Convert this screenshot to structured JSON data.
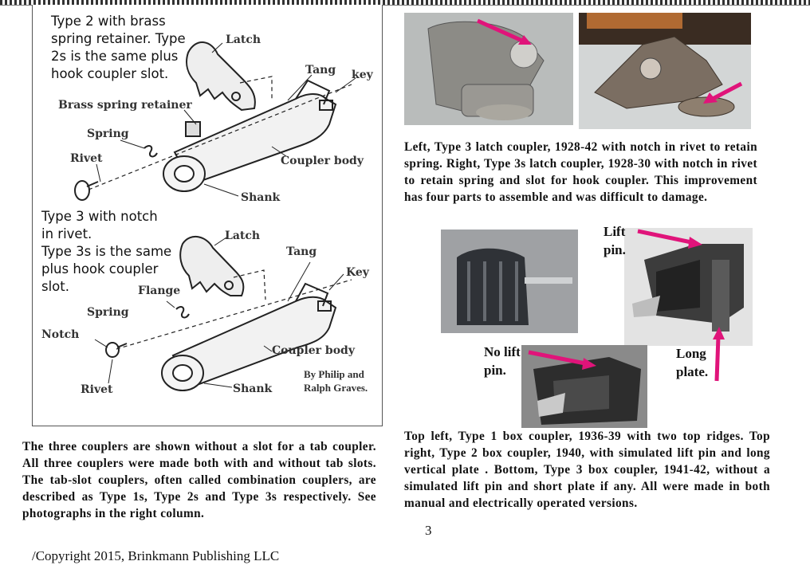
{
  "figure": {
    "type2_heading": "Type 2 with brass\nspring retainer. Type\n2s is the same plus\nhook coupler slot.",
    "type3_heading": "Type 3 with notch\nin rivet.\nType 3s is the same\nplus hook coupler\nslot.",
    "labels_top": {
      "latch": "Latch",
      "tang": "Tang",
      "key": "key",
      "retainer": "Brass spring retainer",
      "spring": "Spring",
      "rivet": "Rivet",
      "coupler_body": "Coupler body",
      "shank": "Shank"
    },
    "labels_bottom": {
      "latch": "Latch",
      "tang": "Tang",
      "key": "Key",
      "flange": "Flange",
      "spring": "Spring",
      "notch": "Notch",
      "rivet": "Rivet",
      "coupler_body": "Coupler body",
      "shank": "Shank"
    },
    "credit": "By Philip and\nRalph Graves."
  },
  "left_caption": "The three couplers are shown without a slot for a tab coupler.  All three couplers were made both with and without tab slots.  The tab-slot couplers, often called combination couplers, are described as Type 1s, Type 2s and Type 3s respectively. See photographs in the right column.",
  "top_right_caption": "Left, Type 3 latch coupler, 1928-42 with notch in rivet to retain spring. Right, Type  3s latch coupler, 1928-30 with notch in rivet to retain spring and slot for hook coupler.  This improvement has four parts to assemble and was difficult to damage.",
  "callouts": {
    "lift_pin": "Lift\npin.",
    "no_lift_pin": "No lift\npin.",
    "long_plate": "Long\nplate."
  },
  "bottom_right_caption": "Top left, Type 1 box coupler, 1936-39 with two top ridges.  Top right, Type 2 box coupler, 1940, with simulated lift pin and long vertical plate .  Bottom, Type 3 box coupler, 1941-42, without a simulated lift pin and short plate if any. All were made in both manual and electrically operated versions.",
  "page_number": "3",
  "copyright": "/Copyright 2015, Brinkmann Publishing LLC",
  "colors": {
    "arrow": "#e0147a",
    "text": "#111111"
  }
}
